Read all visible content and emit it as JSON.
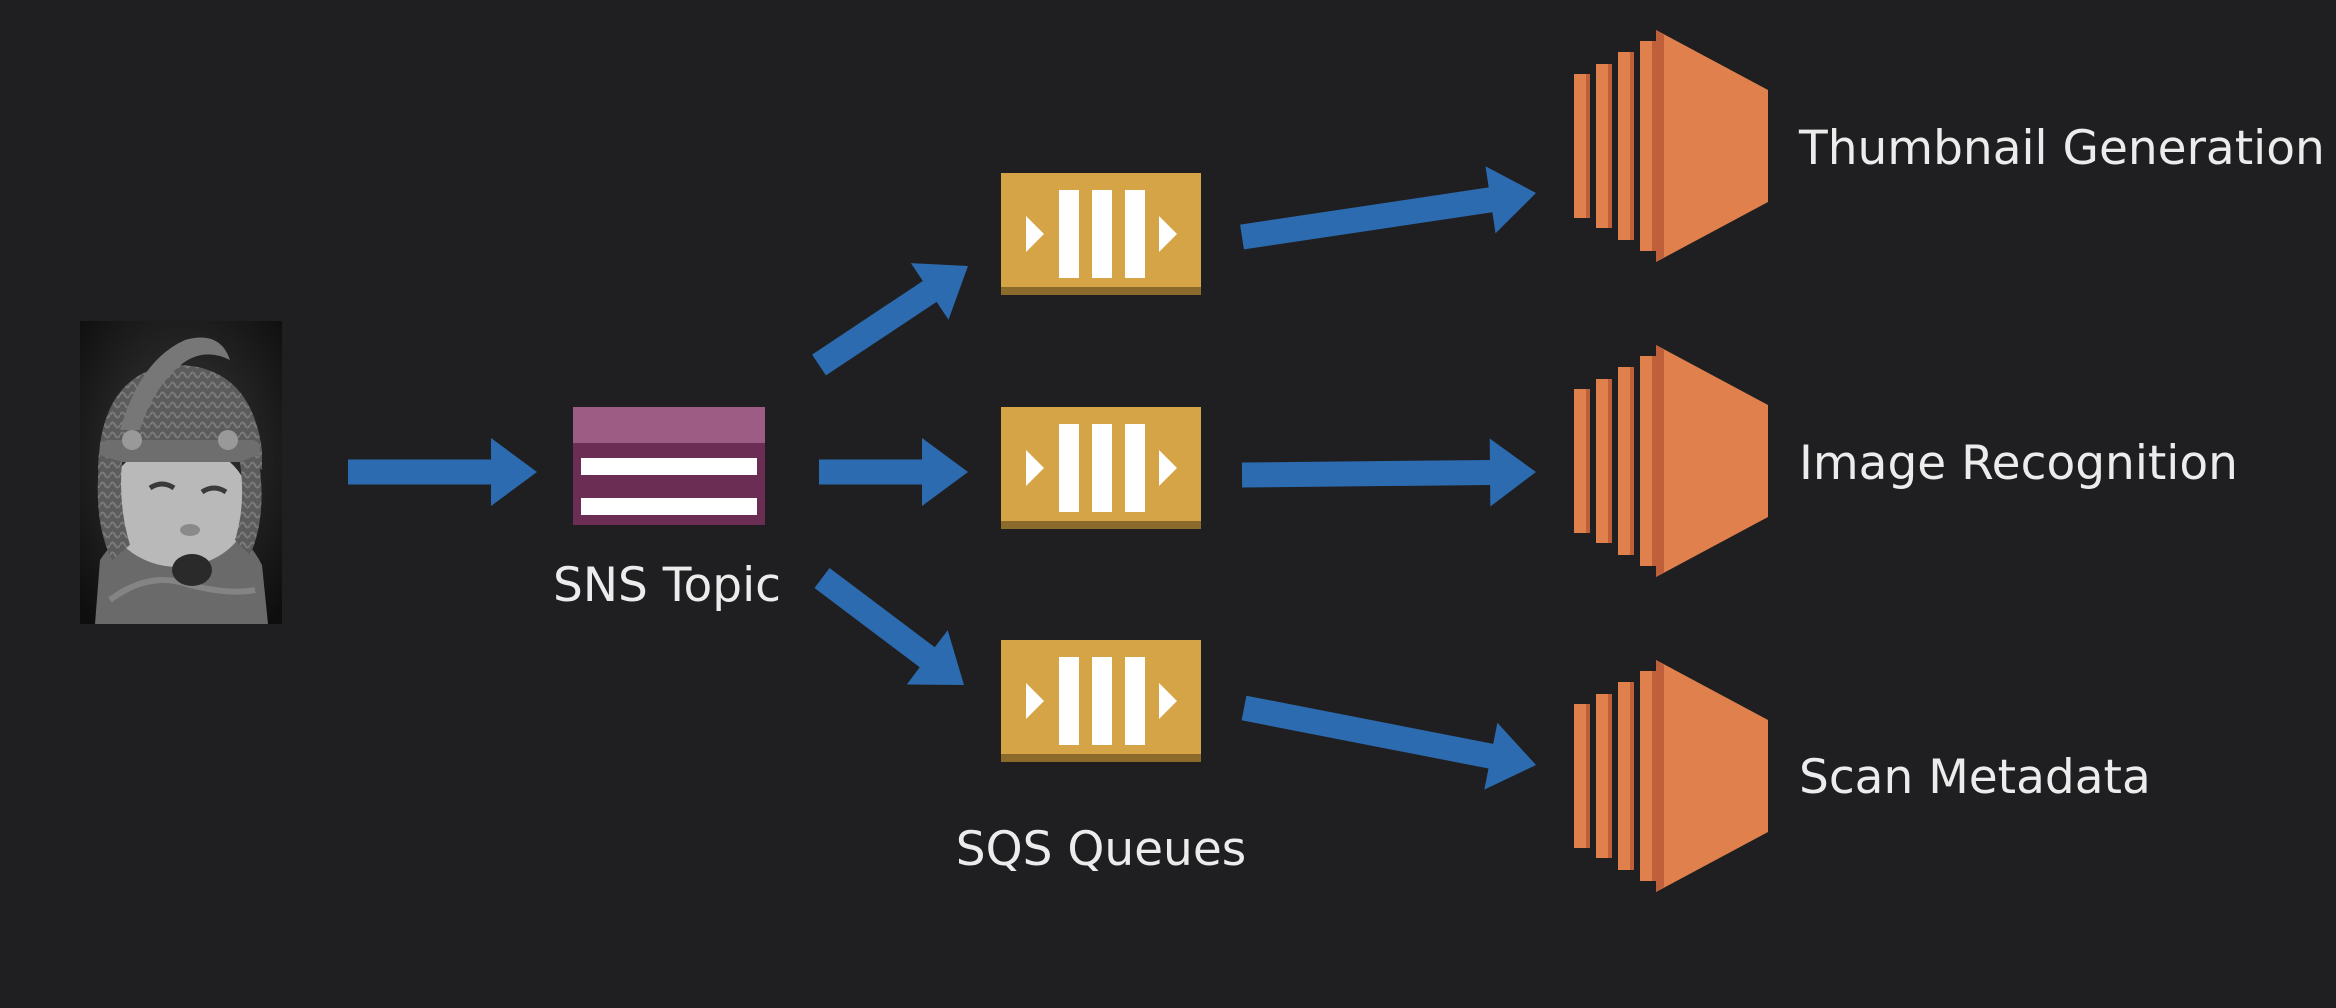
{
  "diagram": {
    "colors": {
      "background": "#1f1f21",
      "arrow": "#2c6bb0",
      "sns_light": "#9d5c84",
      "sns_dark": "#6b2d53",
      "sqs": "#d4a447",
      "sqs_dark": "#8c6a2b",
      "ec2_front": "#e0814d",
      "ec2_side": "#c0603a",
      "text": "#ececec"
    },
    "source": {
      "icon": "baby-photo-icon",
      "description": "child in knit knight helmet"
    },
    "sns": {
      "label": "SNS Topic",
      "icon": "sns-topic-icon"
    },
    "sqs": {
      "label": "SQS Queues",
      "icon": "sqs-queue-icon",
      "count": 3
    },
    "consumers": [
      {
        "label": "Thumbnail Generation",
        "icon": "ec2-instance-icon"
      },
      {
        "label": "Image Recognition",
        "icon": "ec2-instance-icon"
      },
      {
        "label": "Scan Metadata",
        "icon": "ec2-instance-icon"
      }
    ]
  }
}
